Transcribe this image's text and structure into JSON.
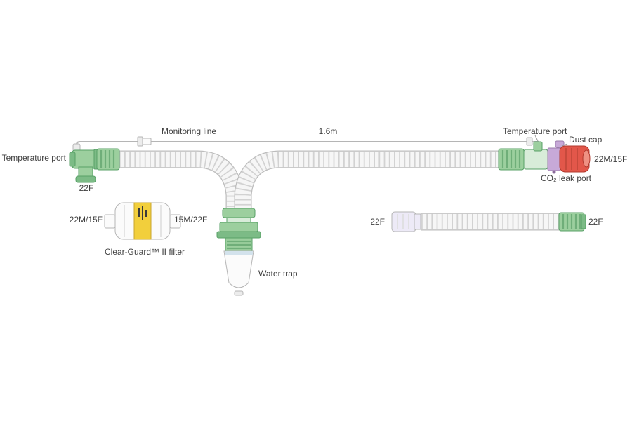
{
  "diagram": {
    "labels": {
      "temp_port_left": "Temperature port",
      "temp_port_left_size": "22F",
      "monitoring_line": "Monitoring line",
      "tube_length": "1.6m",
      "temp_port_right": "Temperature port",
      "dust_cap": "Dust cap",
      "patient_end_size": "22M/15F",
      "co2_leak_port": "CO₂ leak port",
      "filter_inlet_size": "22M/15F",
      "filter_outlet_size": "15M/22F",
      "filter_name": "Clear-Guard™ II filter",
      "water_trap": "Water trap",
      "limb_left_size": "22F",
      "limb_right_size": "22F"
    },
    "colors": {
      "connector_green": "#9ccf9e",
      "connector_green_dark": "#7cbb86",
      "connector_green_light": "#d8ecd9",
      "connector_purple": "#c7a9d8",
      "cap_red": "#e2574a",
      "cap_red_light": "#ef9183",
      "filter_yellow": "#f2cf3c",
      "translucent_connector": "#edeaf7",
      "water_trap_band": "#d3e2ec"
    }
  }
}
